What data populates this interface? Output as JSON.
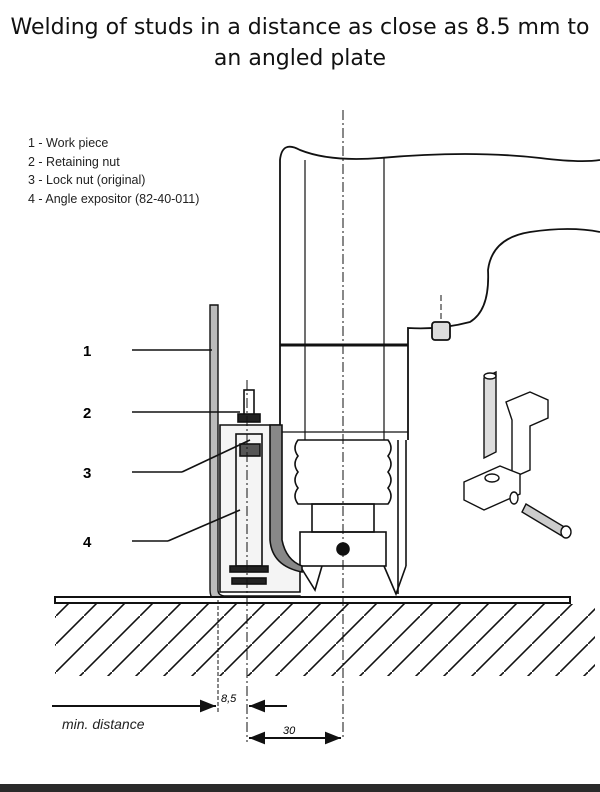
{
  "title": "Welding of studs in a distance as close as 8.5 mm to an angled plate",
  "legend": [
    "1 - Work piece",
    "2 - Retaining nut",
    "3 - Lock nut (original)",
    "4 - Angle expositor (82-40-011)"
  ],
  "callouts": [
    "1",
    "2",
    "3",
    "4"
  ],
  "dimensions": {
    "min_distance_label": "min. distance",
    "min_distance_value": "8,5",
    "center_distance_value": "30"
  }
}
